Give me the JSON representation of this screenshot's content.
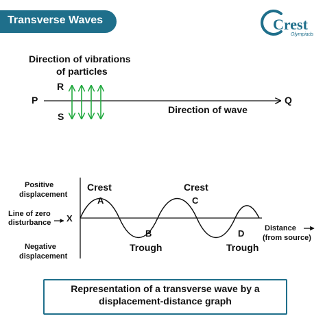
{
  "title": "Transverse Waves",
  "logo": {
    "wordmark": "Crest",
    "tagline": "Olympiads"
  },
  "top_diagram": {
    "heading_line1": "Direction of vibrations",
    "heading_line2": "of particles",
    "label_p": "P",
    "label_q": "Q",
    "label_r": "R",
    "label_s": "S",
    "wave_direction": "Direction of wave"
  },
  "graph": {
    "positive_line1": "Positive",
    "positive_line2": "displacement",
    "zero_line1": "Line of zero",
    "zero_line2": "disturbance",
    "negative_line1": "Negative",
    "negative_line2": "displacement",
    "origin_label": "X",
    "crest_label_1": "Crest",
    "crest_label_2": "Crest",
    "trough_label_1": "Trough",
    "trough_label_2": "Trough",
    "point_a": "A",
    "point_b": "B",
    "point_c": "C",
    "point_d": "D",
    "distance_line1": "Distance",
    "distance_line2": "(from source)"
  },
  "caption_line1": "Representation of a transverse wave by a",
  "caption_line2": "displacement-distance graph",
  "colors": {
    "banner": "#1f6f8b",
    "logo": "#1f6f8b",
    "vibration_arrows": "#22a93f",
    "lines": "#111111"
  }
}
